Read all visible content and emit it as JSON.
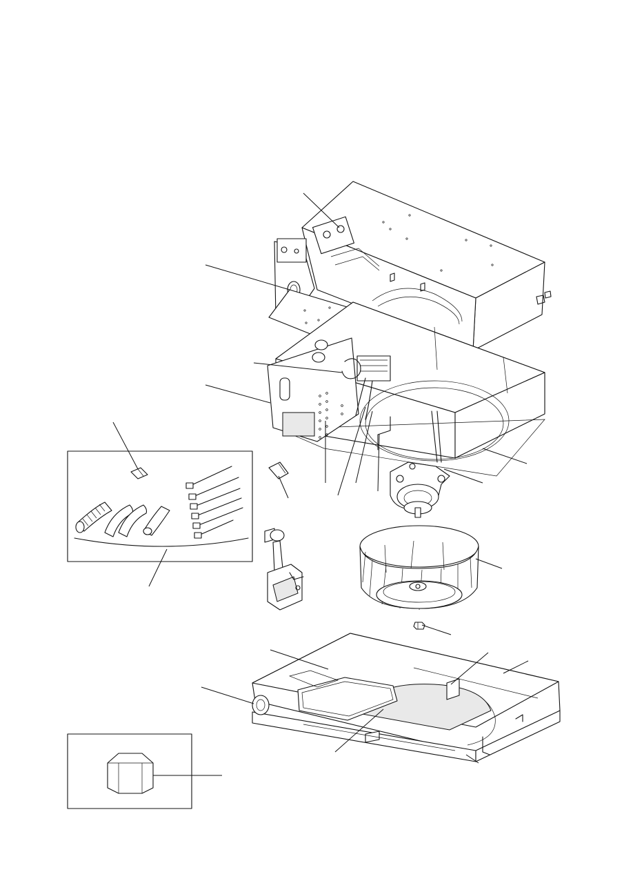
{
  "figure": {
    "type": "exploded-parts-view",
    "colors": {
      "line": "#111111",
      "background": "#ffffff",
      "shade": "#e9e9e9"
    }
  },
  "parts": [
    {
      "id": "top-casing",
      "icon": "casing-top"
    },
    {
      "id": "drain-outlet",
      "icon": "pipe-stub"
    },
    {
      "id": "wiring-connector",
      "icon": "connector"
    },
    {
      "id": "fan-housing",
      "icon": "housing"
    },
    {
      "id": "terminal-leads",
      "icon": "wire"
    },
    {
      "id": "fan-motor",
      "icon": "motor"
    },
    {
      "id": "sirocco-fan",
      "icon": "fan-wheel"
    },
    {
      "id": "fan-nut",
      "icon": "nut"
    },
    {
      "id": "bracket-clip",
      "icon": "clip"
    },
    {
      "id": "drain-pump-assembly",
      "icon": "pump"
    },
    {
      "id": "bottom-panel",
      "icon": "panel"
    },
    {
      "id": "accessory-kit",
      "icon": "accessories"
    },
    {
      "id": "hex-nut-detail",
      "icon": "hex-nut"
    }
  ]
}
